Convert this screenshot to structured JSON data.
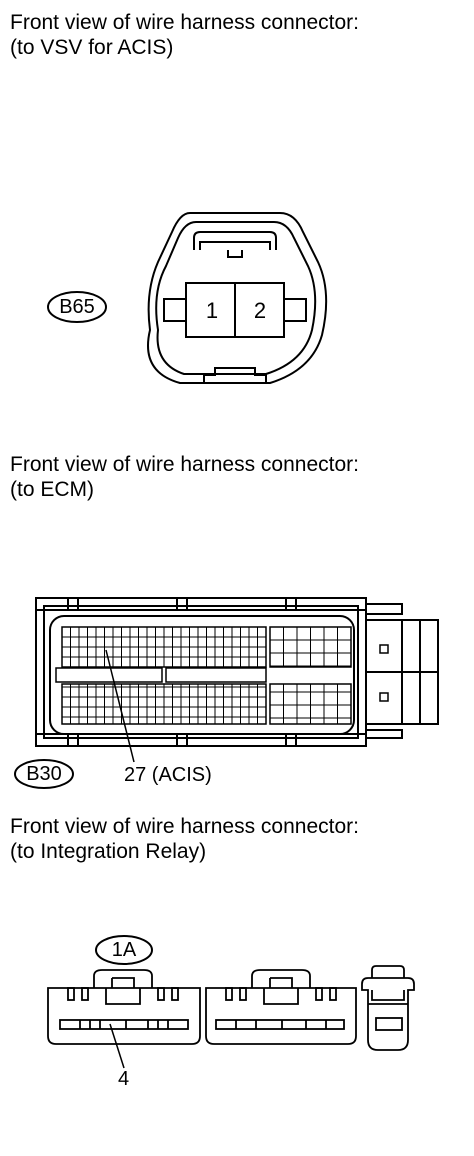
{
  "sections": [
    {
      "title_line1": "Front view of wire harness connector:",
      "title_line2": "(to VSV for ACIS)",
      "connector_code": "B65",
      "pins": [
        "1",
        "2"
      ]
    },
    {
      "title_line1": "Front view of wire harness connector:",
      "title_line2": "(to ECM)",
      "connector_code": "B30",
      "callout": "27 (ACIS)"
    },
    {
      "title_line1": "Front view of wire harness connector:",
      "title_line2": "(to Integration Relay)",
      "connector_code": "1A",
      "callout": "4"
    }
  ]
}
